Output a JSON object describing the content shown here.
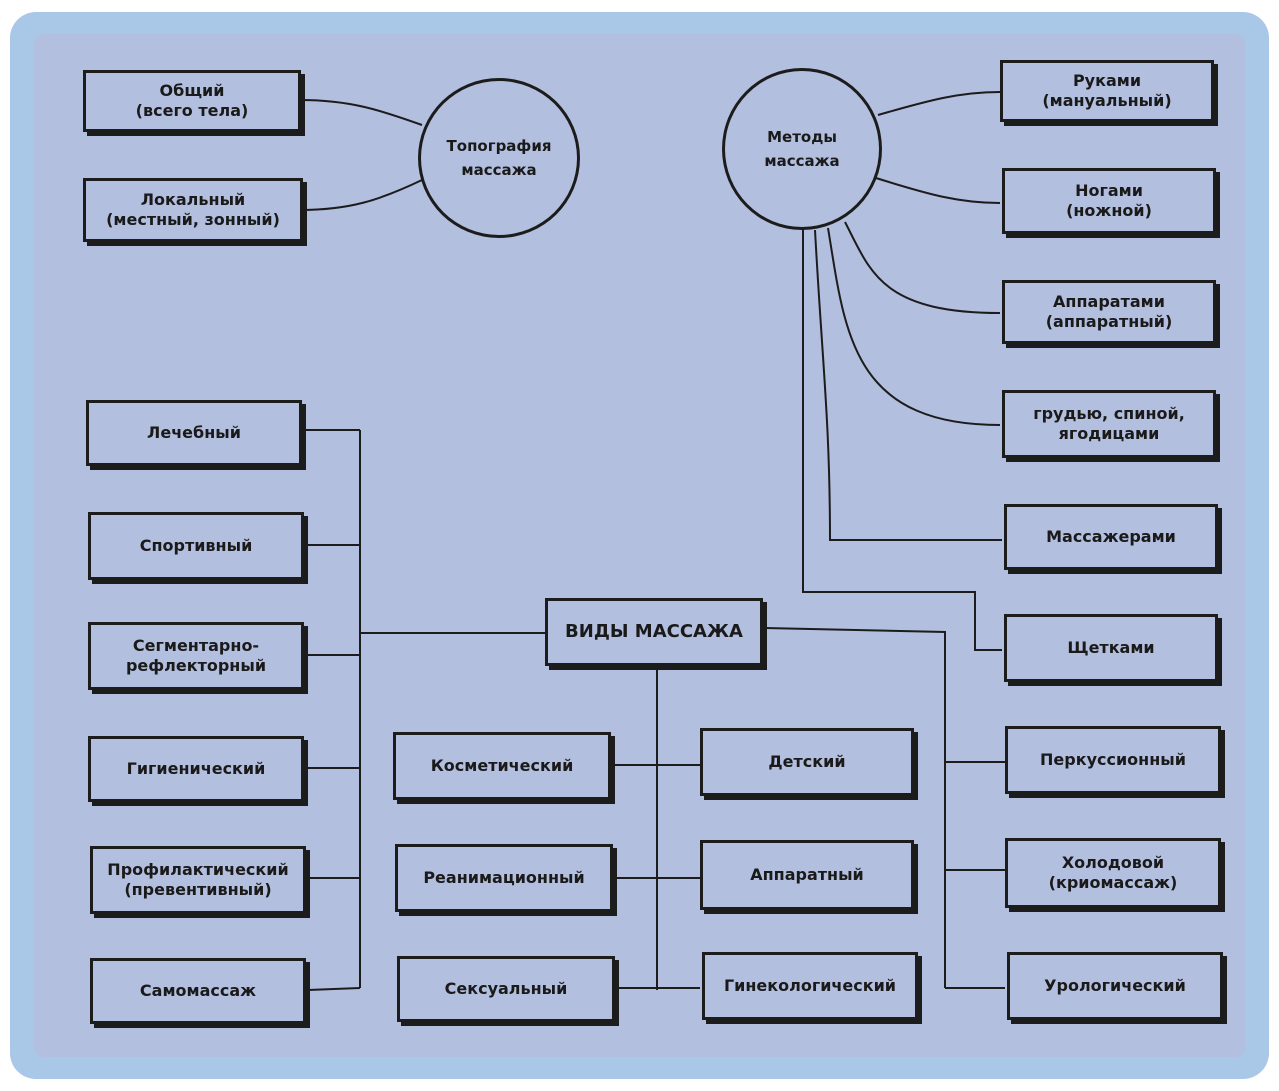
{
  "center": "ВИДЫ МАССАЖА",
  "topography": {
    "title": "Топография\nмассажа",
    "items": [
      "Общий\n(всего тела)",
      "Локальный\n(местный, зонный)"
    ]
  },
  "methods": {
    "title": "Методы\nмассажа",
    "items": [
      "Руками\n(мануальный)",
      "Ногами\n(ножной)",
      "Аппаратами\n(аппаратный)",
      "грудью, спиной,\nягодицами",
      "Массажерами",
      "Щетками"
    ]
  },
  "left_types": [
    "Лечебный",
    "Спортивный",
    "Сегментарно-\nрефлекторный",
    "Гигиенический",
    "Профилактический\n(превентивный)",
    "Самомассаж"
  ],
  "middle_left_types": [
    "Косметический",
    "Реанимационный",
    "Сексуальный"
  ],
  "middle_right_types": [
    "Детский",
    "Аппаратный",
    "Гинекологический"
  ],
  "right_types": [
    "Перкуссионный",
    "Холодовой\n(криомассаж)",
    "Урологический"
  ]
}
